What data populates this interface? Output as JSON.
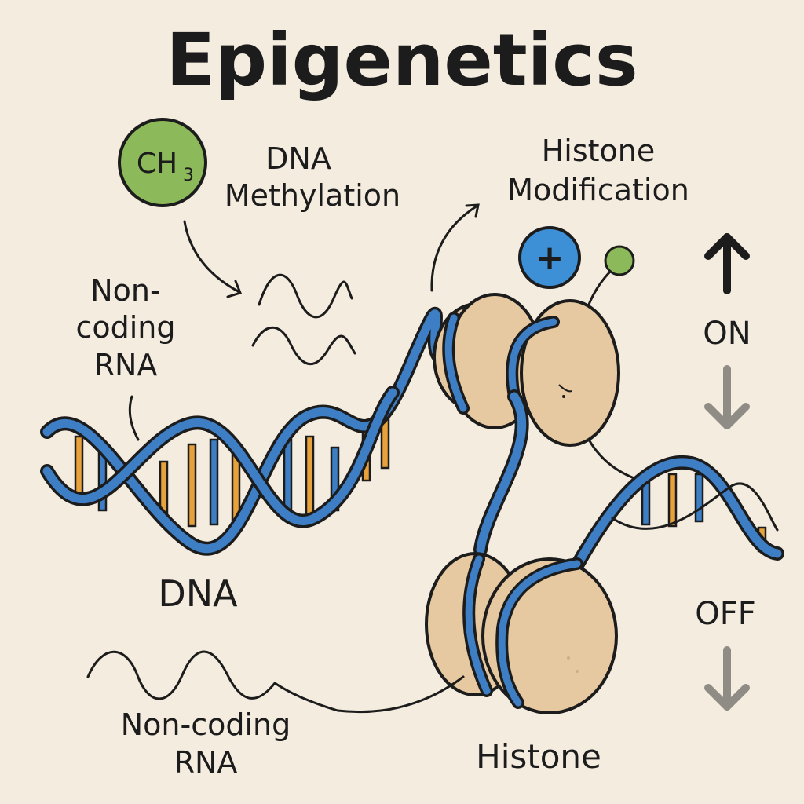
{
  "title": "Epigenetics",
  "methyl_group": {
    "symbol": "CH",
    "subscript": "3"
  },
  "labels": {
    "dna_methylation": [
      "DNA",
      "Methylation"
    ],
    "histone_modification": [
      "Histone",
      "Modification"
    ],
    "noncoding_rna_upper": [
      "Non-",
      "coding",
      "RNA"
    ],
    "dna": "DNA",
    "noncoding_rna_lower": [
      "Non-coding",
      "RNA"
    ],
    "histone": "Histone",
    "on": "ON",
    "off": "OFF"
  },
  "modification_sign": "+",
  "colors": {
    "background": "#f4ecdf",
    "dna_strand": "#3d7ec4",
    "base_orange": "#e8a23c",
    "base_blue": "#3d7ec4",
    "histone": "#e6c9a0",
    "methyl": "#8cb95a",
    "plus_circle": "#3d8fd6",
    "arrow_active": "#1c1c1c",
    "arrow_inactive": "#8f8b85"
  },
  "icons": [
    "methyl-group-icon",
    "plus-icon",
    "up-arrow-icon",
    "down-arrow-icon"
  ]
}
